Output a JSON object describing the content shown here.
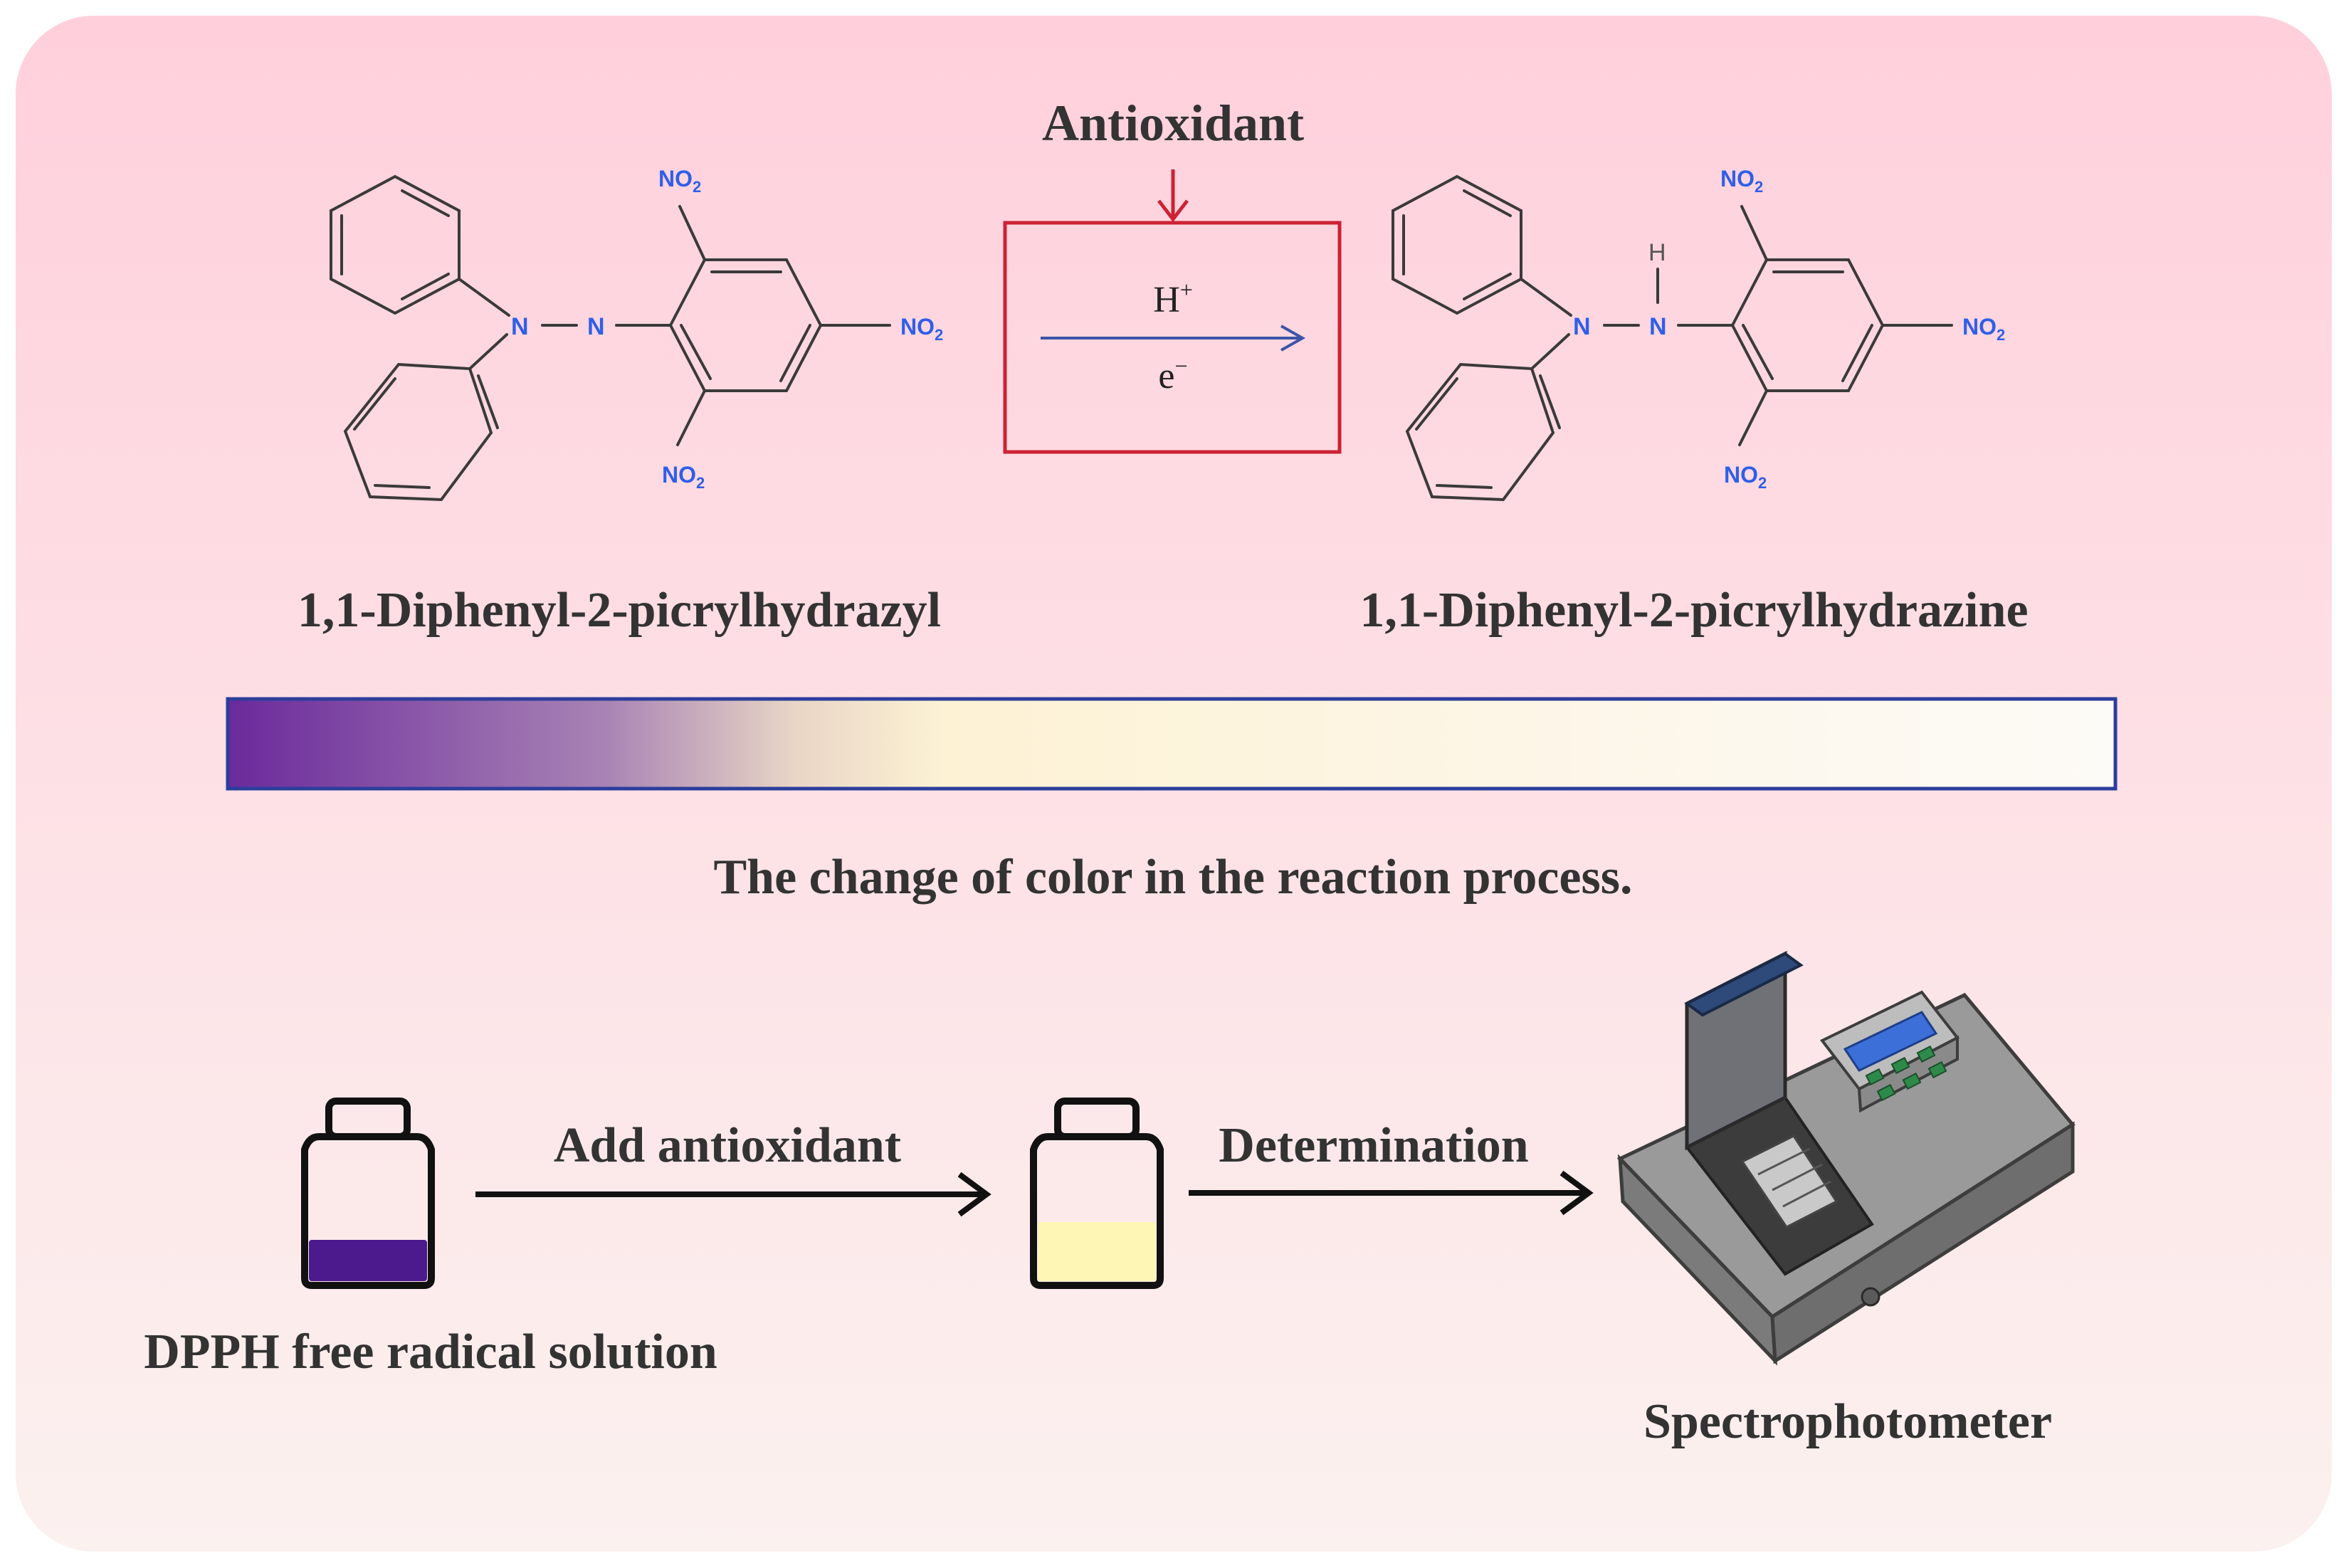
{
  "reaction": {
    "reagent": "Antioxidant",
    "over_arrow": "H",
    "over_arrow_sup": "+",
    "under_arrow": "e",
    "under_arrow_sup": "−"
  },
  "molecules": {
    "left": {
      "name": "1,1-Diphenyl-2-picrylhydrazyl",
      "n1": "N",
      "n2": "N",
      "nitro": "NO",
      "nitro_sub": "2"
    },
    "right": {
      "name": "1,1-Diphenyl-2-picrylhydrazine",
      "n1": "N",
      "n2": "N",
      "h": "H",
      "nitro": "NO",
      "nitro_sub": "2"
    }
  },
  "color_bar": {
    "caption": "The change of color in the reaction process.",
    "colors": [
      "#6b2a9c",
      "#a883b4",
      "#e9d6c6",
      "#fdf2d4",
      "#fdf6e8",
      "#fdfbf7"
    ]
  },
  "workflow": {
    "step1_label": "DPPH free radical solution",
    "arrow1_label": "Add antioxidant",
    "arrow2_label": "Determination",
    "instrument_label": "Spectrophotometer",
    "solution_colors": {
      "dpph": "#4c1a8c",
      "reduced": "#fdf6b4"
    }
  },
  "colors": {
    "background_top": "#ffd0dc",
    "background_bottom": "#fbf1ef",
    "reaction_box": "#cc2233",
    "reaction_arrow": "#3a55a8",
    "atom_blue": "#2f5fe8"
  }
}
